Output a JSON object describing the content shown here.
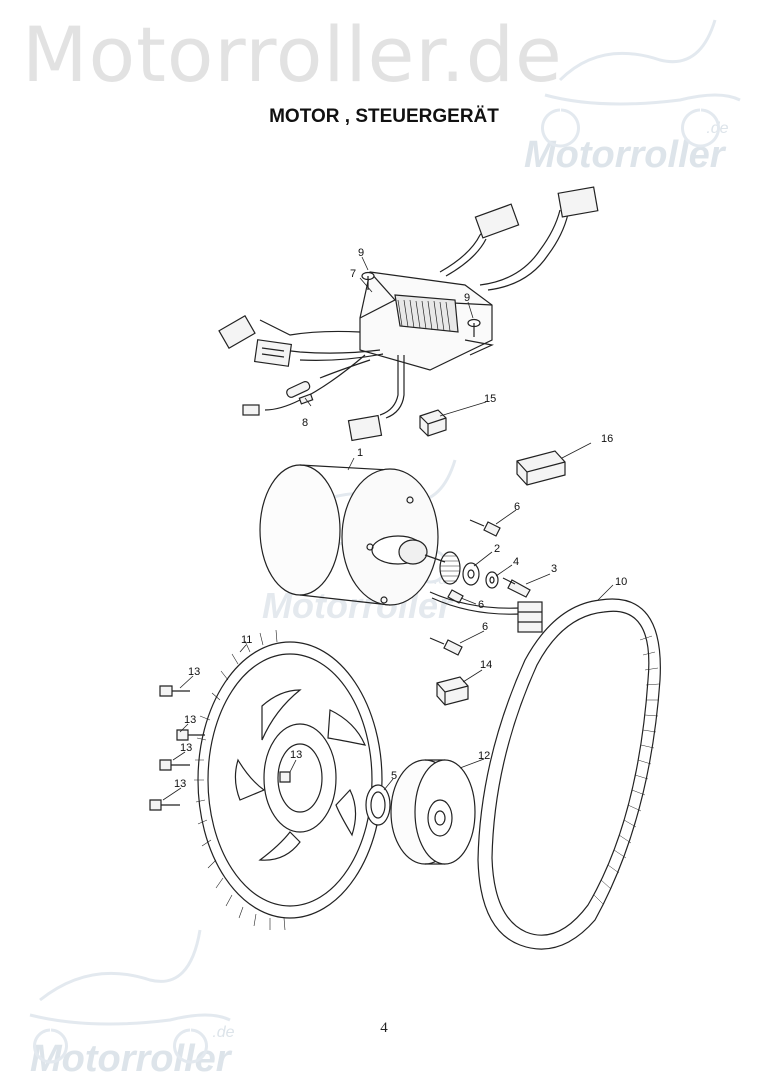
{
  "watermark": {
    "site": "Motorroller.de",
    "logo_text": "Motorroller",
    "logo_suffix": ".de"
  },
  "title": "MOTOR , STEUERGERÄT",
  "page_number": "4",
  "callouts": [
    {
      "id": "c1",
      "text": "1"
    },
    {
      "id": "c2",
      "text": "2"
    },
    {
      "id": "c3",
      "text": "3"
    },
    {
      "id": "c4",
      "text": "4"
    },
    {
      "id": "c5",
      "text": "5"
    },
    {
      "id": "c6a",
      "text": "6"
    },
    {
      "id": "c6b",
      "text": "6"
    },
    {
      "id": "c6c",
      "text": "6"
    },
    {
      "id": "c7",
      "text": "7"
    },
    {
      "id": "c8",
      "text": "8"
    },
    {
      "id": "c9a",
      "text": "9"
    },
    {
      "id": "c9b",
      "text": "9"
    },
    {
      "id": "c10",
      "text": "10"
    },
    {
      "id": "c11",
      "text": "11"
    },
    {
      "id": "c12",
      "text": "12"
    },
    {
      "id": "c13a",
      "text": "13"
    },
    {
      "id": "c13b",
      "text": "13"
    },
    {
      "id": "c13c",
      "text": "13"
    },
    {
      "id": "c13d",
      "text": "13"
    },
    {
      "id": "c13e",
      "text": "13"
    },
    {
      "id": "c14",
      "text": "14"
    },
    {
      "id": "c15",
      "text": "15"
    },
    {
      "id": "c16",
      "text": "16"
    }
  ]
}
